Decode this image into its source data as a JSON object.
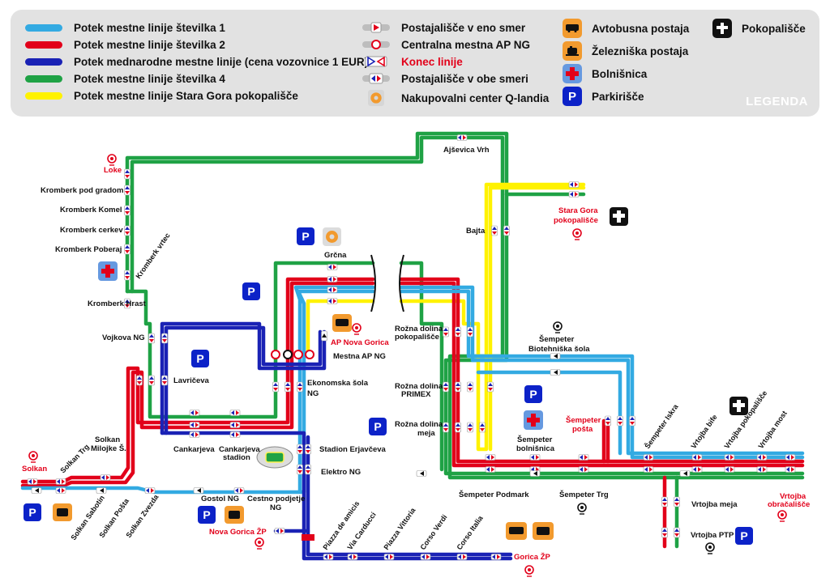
{
  "legend": {
    "title": "LEGENDA",
    "lines": [
      {
        "label": "Potek mestne linije številka 1",
        "color": "#33aae2"
      },
      {
        "label": "Potek mestne linije številka 2",
        "color": "#e2001a"
      },
      {
        "label": "Potek mednarodne mestne linije (cena vozovnice 1 EUR)",
        "color": "#1a22b5"
      },
      {
        "label": "Potek mestne linije številka 4",
        "color": "#1fa245"
      },
      {
        "label": "Potek mestne linije Stara Gora pokopališče",
        "color": "#fff200"
      }
    ],
    "stops": [
      {
        "label": "Postajališče v eno smer",
        "icon": "one-way-stop-icon"
      },
      {
        "label": "Centralna mestna AP NG",
        "icon": "central-station-icon"
      },
      {
        "label": "Konec linije",
        "icon": "line-end-icon",
        "highlight": true
      },
      {
        "label": "Postajališče v obe smeri",
        "icon": "two-way-stop-icon"
      },
      {
        "label": "Nakupovalni center Q-landia",
        "icon": "shopping-center-icon"
      }
    ],
    "facilities": [
      {
        "label": "Avtobusna postaja",
        "icon": "bus-station-icon"
      },
      {
        "label": "Železniška postaja",
        "icon": "train-station-icon"
      },
      {
        "label": "Bolnišnica",
        "icon": "hospital-icon"
      },
      {
        "label": "Parkirišče",
        "icon": "parking-icon"
      }
    ],
    "cemetery": {
      "label": "Pokopališče",
      "icon": "cemetery-icon"
    }
  },
  "colors": {
    "line1": "#33aae2",
    "line2": "#e2001a",
    "intl": "#1a22b5",
    "line4": "#1fa245",
    "stara": "#fff200",
    "bus": "#f29a2e",
    "parking": "#0c22c8",
    "hospital": "#6699e0",
    "panel": "#e2e2e2"
  },
  "map": {
    "parking_letter": "P",
    "stops": {
      "loke": "Loke",
      "kromberk_pod_gradom": "Kromberk pod gradom",
      "kromberk_komel": "Kromberk Komel",
      "kromberk_cerkev": "Kromberk cerkev",
      "kromberk_poberaj": "Kromberk Poberaj",
      "kromberk_vrtec": "Kromberk vrtec",
      "kromberk_hrast": "Kromberk Hrast",
      "vojkova": "Vojkova NG",
      "lavriceva": "Lavričeva",
      "solkan": "Solkan",
      "solkan_trg": "Solkan Trg",
      "solkan_milojke_1": "Solkan",
      "solkan_milojke_2": "Milojke Š.",
      "cankarjeva": "Cankarjeva",
      "cankarjeva_stadion_1": "Cankarjeva",
      "cankarjeva_stadion_2": "stadion",
      "solkan_sabotin": "Solkan Sabotin",
      "solkan_posta": "Solkan Pošta",
      "solkan_zvezda": "Solkan Zvezda",
      "gostol": "Gostol NG",
      "cestno_1": "Cestno podjetje",
      "cestno_2": "NG",
      "nova_gorica_zp": "Nova Gorica ŽP",
      "stadion_erjavceva": "Stadion Erjavčeva",
      "elektro": "Elektro NG",
      "grcna": "Grčna",
      "ap_nova_gorica": "AP Nova Gorica",
      "mestna_ap": "Mestna AP NG",
      "ekonomska_1": "Ekonomska šola",
      "ekonomska_2": "NG",
      "ajsevica": "Ajševica Vrh",
      "bajta": "Bajta",
      "stara_gora_1": "Stara Gora",
      "stara_gora_2": "pokopališče",
      "rozna_pok_1": "Rožna dolina",
      "rozna_pok_2": "pokopališče",
      "rozna_primex_1": "Rožna dolina",
      "rozna_primex_2": "PRIMEX",
      "rozna_meja_1": "Rožna dolina",
      "rozna_meja_2": "meja",
      "sempeter_bio_1": "Šempeter",
      "sempeter_bio_2": "Biotehniška šola",
      "sempeter_posta_1": "Šempeter",
      "sempeter_posta_2": "pošta",
      "sempeter_bol_1": "Šempeter",
      "sempeter_bol_2": "bolnišnica",
      "sempeter_iskra": "Šempeter Iskra",
      "vrtojba_bife": "Vrtojba bife",
      "vrtojba_pokopalisce": "Vrtojba pokopališče",
      "vrtojba_most": "Vrtojba most",
      "sempeter_podmark": "Šempeter Podmark",
      "sempeter_trg": "Šempeter Trg",
      "vrtojba_obr_1": "Vrtojba",
      "vrtojba_obr_2": "obračališče",
      "vrtojba_meja": "Vrtojba meja",
      "vrtojba_ptp": "Vrtojba PTP",
      "piazza_amicis": "Piazza de amicis",
      "via_carducci": "Via Carducci",
      "piazza_vittoria": "Piazza Vittoria",
      "corso_verdi": "Corso Verdi",
      "corso_italia": "Corso Italia",
      "gorica_zp": "Gorica ŽP"
    }
  }
}
